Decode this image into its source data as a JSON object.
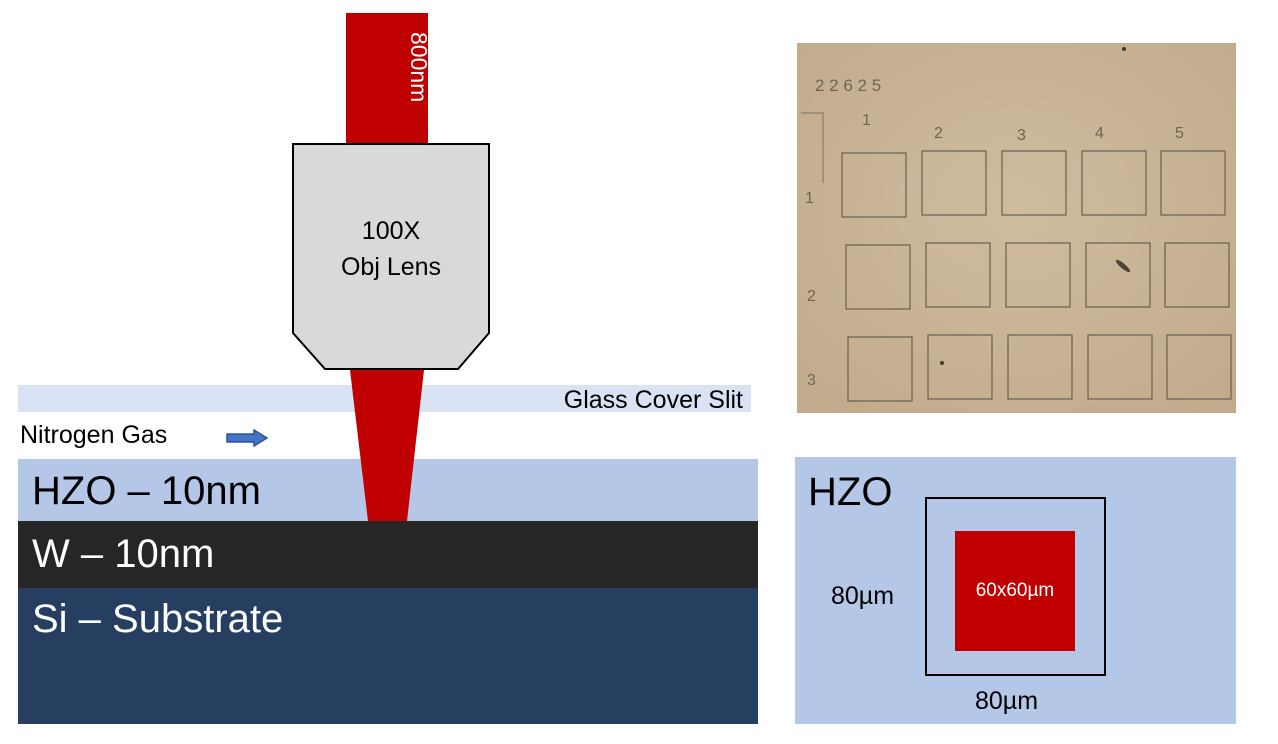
{
  "laser": {
    "wavelength_label": "800nm"
  },
  "objective": {
    "line1": "100X",
    "line2": "Obj Lens"
  },
  "glass": {
    "label": "Glass Cover Slit"
  },
  "gas": {
    "label": "Nitrogen Gas"
  },
  "layers": [
    {
      "label": "HZO – 10nm"
    },
    {
      "label": "W – 10nm"
    },
    {
      "label": "Si – Substrate"
    }
  ],
  "micrograph": {
    "header": "2 2 6 2 5",
    "columns": [
      "1",
      "2",
      "3",
      "4",
      "5"
    ],
    "rows": [
      "1",
      "2",
      "3"
    ]
  },
  "pattern": {
    "title": "HZO",
    "inner_label": "60x60µm",
    "outer_width_label": "80µm",
    "outer_height_label": "80µm"
  },
  "colors": {
    "laser": "#c00000",
    "glass": "#dae3f3",
    "hzo": "#b4c7e7",
    "w": "#262626",
    "si": "#263f60",
    "lens": "#d9d9d9",
    "arrow": "#2f5597"
  }
}
